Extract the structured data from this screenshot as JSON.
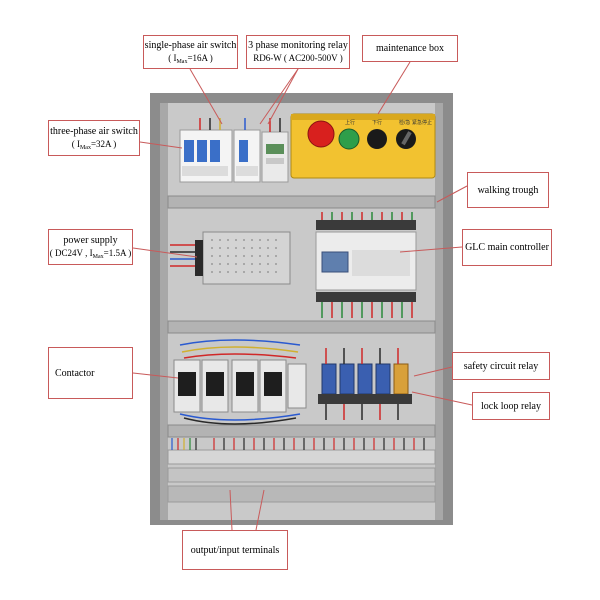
{
  "labels": {
    "single_phase_switch": {
      "title": "single-phase air switch",
      "sub_prefix": "( I",
      "sub_script": "Max",
      "sub_suffix": "=16A )"
    },
    "monitoring_relay": {
      "title": "3 phase monitoring relay",
      "sub": "RD6-W ( AC200-500V )"
    },
    "maintenance_box": {
      "title": "maintenance box"
    },
    "three_phase_switch": {
      "title": "three-phase air switch",
      "sub_prefix": "( I",
      "sub_script": "Max",
      "sub_suffix": "=32A )"
    },
    "walking_trough": {
      "title": "walking trough"
    },
    "power_supply": {
      "title": "power supply",
      "sub_prefix": "( DC24V , I",
      "sub_script": "Max",
      "sub_suffix": "=1.5A )"
    },
    "glc_controller": {
      "title": "GLC  main controller"
    },
    "contactor": {
      "title": "Contactor"
    },
    "safety_relay": {
      "title": "safety circuit relay"
    },
    "lock_loop_relay": {
      "title": "lock loop relay"
    },
    "terminals": {
      "title": "output/input terminals"
    }
  },
  "buttons": {
    "up_label": "上行",
    "down_label": "下行",
    "mode_label": "检/急",
    "stop_label": "紧急停止"
  },
  "colors": {
    "cabinet_frame": "#8c8c8c",
    "cabinet_inner": "#c9c9c9",
    "callout_border": "#c85a5a",
    "maintenance_box": "#f2c230",
    "estop_red": "#d8201e",
    "button_green": "#2e9e4a",
    "button_black": "#1a1a1a",
    "contactor_black": "#1e1e1e",
    "relay_blue": "#3a5fb0"
  }
}
